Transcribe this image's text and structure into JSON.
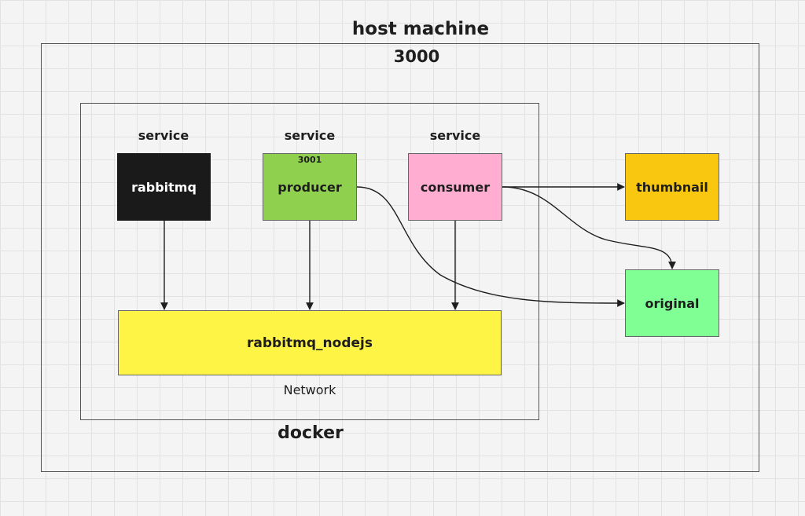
{
  "host": {
    "title": "host machine",
    "port": "3000"
  },
  "docker": {
    "title": "docker",
    "network_caption": "Network"
  },
  "services": [
    {
      "caption": "service",
      "name": "rabbitmq"
    },
    {
      "caption": "service",
      "name": "producer",
      "port": "3001"
    },
    {
      "caption": "service",
      "name": "consumer"
    }
  ],
  "network": {
    "name": "rabbitmq_nodejs"
  },
  "outputs": {
    "thumbnail": "thumbnail",
    "original": "original"
  },
  "colors": {
    "rabbitmq": "#1a1a1a",
    "producer": "#8fd14f",
    "consumer": "#ffadd1",
    "network": "#fef445",
    "thumbnail": "#fac710",
    "original": "#80ff95"
  },
  "connections": [
    {
      "from": "rabbitmq",
      "to": "rabbitmq_nodejs"
    },
    {
      "from": "producer",
      "to": "rabbitmq_nodejs"
    },
    {
      "from": "consumer",
      "to": "rabbitmq_nodejs"
    },
    {
      "from": "producer",
      "to": "original"
    },
    {
      "from": "consumer",
      "to": "thumbnail"
    },
    {
      "from": "consumer",
      "to": "original"
    }
  ]
}
